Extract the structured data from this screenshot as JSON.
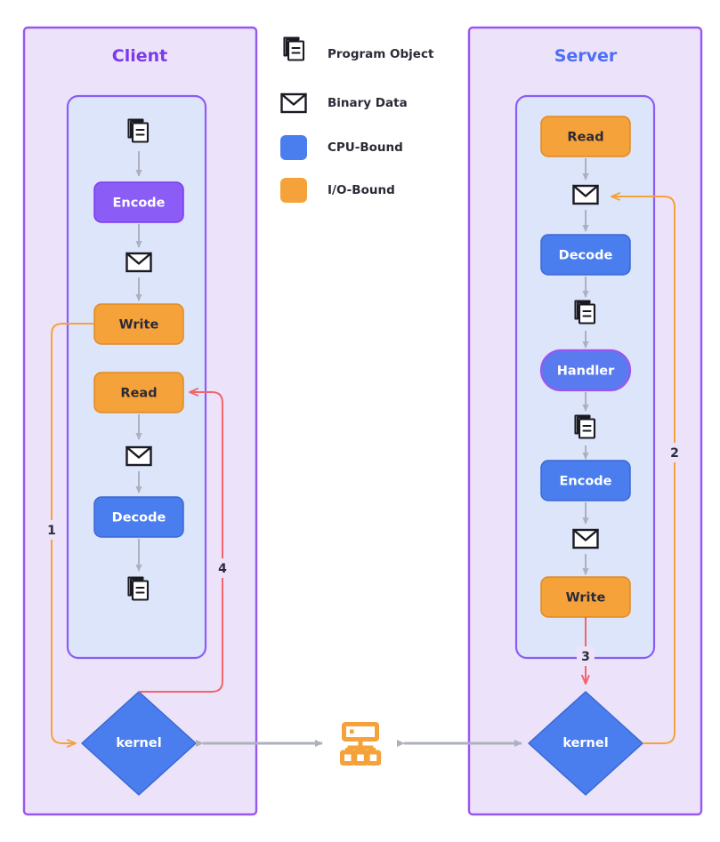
{
  "colors": {
    "panel_fill": "#ece3fb",
    "panel_stroke": "#9a56f0",
    "inner_fill": "#dde5fa",
    "inner_stroke": "#8b5cf6",
    "cpu_bound": "#4a7ded",
    "io_bound": "#f5a23b",
    "encode_client": "#8b5cf6",
    "handler_fill": "#5a7bf0",
    "handler_stroke": "#9a56f0",
    "kernel_fill": "#4a7ded",
    "client_title": "#7c3aed",
    "server_title": "#4a6ef5",
    "arrow_gray": "#aeb0bd",
    "flow_orange": "#f5a23b",
    "flow_red": "#f4646a",
    "network_icon": "#f5a23b",
    "icon_stroke": "#1a1a23",
    "text_dark": "#2b2b38"
  },
  "legend": {
    "items": [
      {
        "icon": "program-object-icon",
        "label": "Program Object",
        "kind": "icon"
      },
      {
        "icon": "binary-data-icon",
        "label": "Binary Data",
        "kind": "icon"
      },
      {
        "icon": "swatch",
        "label": "CPU-Bound",
        "kind": "swatch",
        "color": "#4a7ded"
      },
      {
        "icon": "swatch",
        "label": "I/O-Bound",
        "kind": "swatch",
        "color": "#f5a23b"
      }
    ]
  },
  "client": {
    "title": "Client",
    "kernel_label": "kernel",
    "steps": [
      {
        "type": "icon",
        "icon": "program-object-icon",
        "label": ""
      },
      {
        "type": "box",
        "label": "Encode",
        "fill": "#8b5cf6",
        "text": "light"
      },
      {
        "type": "icon",
        "icon": "binary-data-icon",
        "label": ""
      },
      {
        "type": "box",
        "label": "Write",
        "fill": "#f5a23b",
        "text": "dark"
      },
      {
        "type": "box",
        "label": "Read",
        "fill": "#f5a23b",
        "text": "dark"
      },
      {
        "type": "icon",
        "icon": "binary-data-icon",
        "label": ""
      },
      {
        "type": "box",
        "label": "Decode",
        "fill": "#4a7ded",
        "text": "light"
      },
      {
        "type": "icon",
        "icon": "program-object-icon",
        "label": ""
      }
    ]
  },
  "server": {
    "title": "Server",
    "kernel_label": "kernel",
    "steps": [
      {
        "type": "box",
        "label": "Read",
        "fill": "#f5a23b",
        "text": "dark"
      },
      {
        "type": "icon",
        "icon": "binary-data-icon",
        "label": ""
      },
      {
        "type": "box",
        "label": "Decode",
        "fill": "#4a7ded",
        "text": "light"
      },
      {
        "type": "icon",
        "icon": "program-object-icon",
        "label": ""
      },
      {
        "type": "pill",
        "label": "Handler",
        "fill": "#5a7bf0",
        "text": "light"
      },
      {
        "type": "icon",
        "icon": "program-object-icon",
        "label": ""
      },
      {
        "type": "box",
        "label": "Encode",
        "fill": "#4a7ded",
        "text": "light"
      },
      {
        "type": "icon",
        "icon": "binary-data-icon",
        "label": ""
      },
      {
        "type": "box",
        "label": "Write",
        "fill": "#f5a23b",
        "text": "dark"
      }
    ]
  },
  "network": {
    "icon": "network-hub-icon"
  },
  "flows": [
    {
      "id": "1",
      "label": "1",
      "color": "#f5a23b",
      "from": "client-write",
      "to": "client-kernel"
    },
    {
      "id": "2",
      "label": "2",
      "color": "#f5a23b",
      "from": "server-kernel",
      "to": "server-binary-data"
    },
    {
      "id": "3",
      "label": "3",
      "color": "#f4646a",
      "from": "server-write",
      "to": "server-kernel"
    },
    {
      "id": "4",
      "label": "4",
      "color": "#f4646a",
      "from": "client-kernel",
      "to": "client-read"
    }
  ]
}
